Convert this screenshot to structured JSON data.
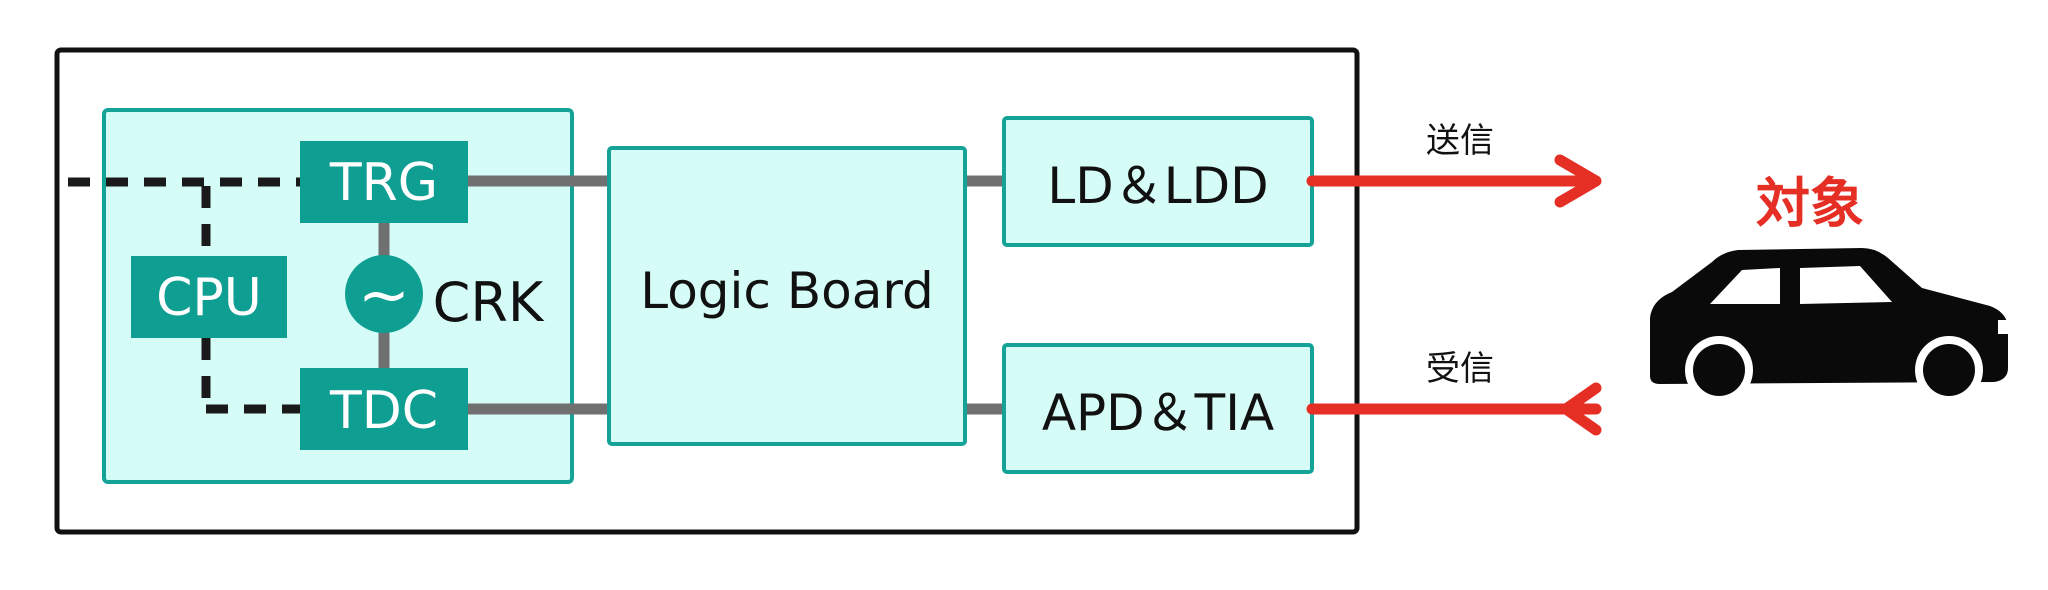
{
  "colors": {
    "module_fill": "#d6fcf8",
    "module_stroke": "#14a396",
    "chip_fill": "#0f9e92",
    "chip_text": "#ffffff",
    "wire": "#707070",
    "signal": "#e52e24",
    "outline": "#111111",
    "target_text": "#e52e24"
  },
  "blocks": {
    "trg": "TRG",
    "cpu": "CPU",
    "tdc": "TDC",
    "clock_symbol": "~",
    "crk": "CRK",
    "logic_board": "Logic Board",
    "ld_ldd": "LD＆LDD",
    "apd_tia": "APD＆TIA"
  },
  "signals": {
    "send": "送信",
    "receive": "受信"
  },
  "target": {
    "label": "対象",
    "icon": "car-icon"
  }
}
